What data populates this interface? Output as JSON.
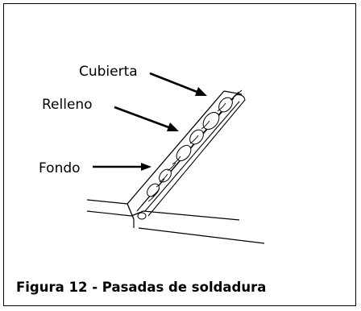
{
  "labels": {
    "cubierta": "Cubierta",
    "relleno": "Relleno",
    "fondo": "Fondo"
  },
  "caption": "Figura 12 - Pasadas de soldadura"
}
